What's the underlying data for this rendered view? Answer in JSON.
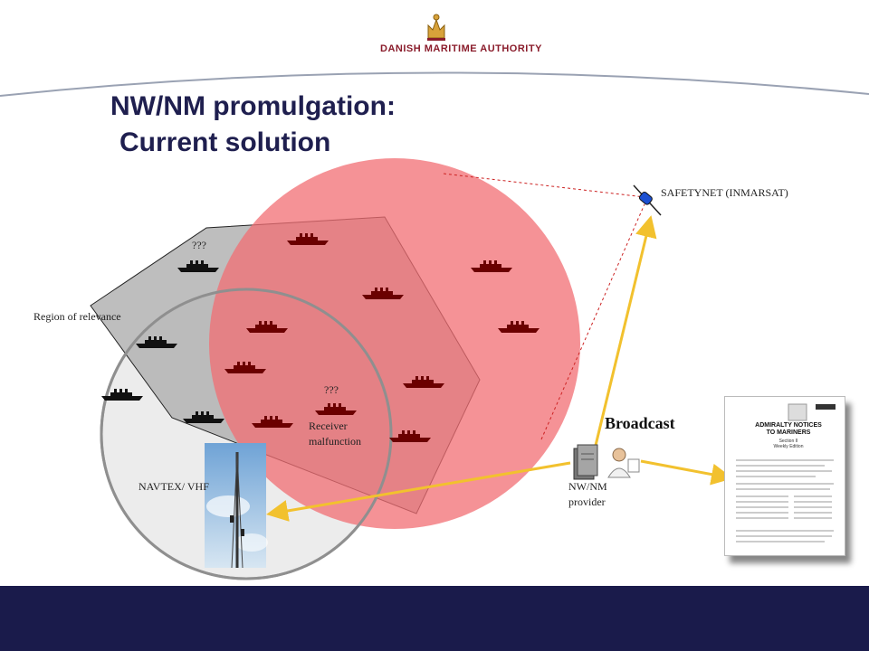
{
  "header": {
    "logo_text": "Danish Maritime Authority",
    "title_line1": "NW/NM promulgation:",
    "title_line2": "Current solution"
  },
  "labels": {
    "region": "Region of relevance",
    "safetynet": "SAFETYNET (INMARSAT)",
    "unknown1": "???",
    "unknown2": "???",
    "receiver": "Receiver malfunction",
    "navtex": "NAVTEX/ VHF",
    "provider": "NW/NM provider",
    "broadcast": "Broadcast"
  },
  "document": {
    "title": "ADMIRALTY NOTICES TO MARINERS",
    "section": "Section II",
    "edition": "Weekly Edition"
  },
  "colors": {
    "title": "#1f1f4f",
    "logo": "#8a1c2b",
    "footer": "#1a1b4b",
    "satellite_area": "#f47c80",
    "region_area": "#b8b8b8",
    "navtex_area": "#e6e6e6",
    "arrow": "#f2c12e",
    "ship_dark": "#111111",
    "ship_red": "#6b0000"
  },
  "icons": [
    "crown-icon",
    "satellite-icon",
    "server-icon",
    "person-icon",
    "radio-tower-icon",
    "ship-icon",
    "document-icon"
  ]
}
